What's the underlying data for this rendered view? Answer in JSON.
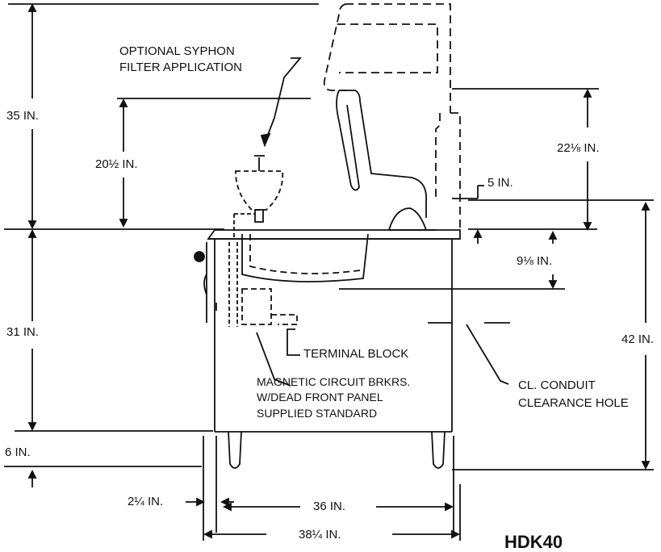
{
  "diagram": {
    "model": "HDK40",
    "callouts": {
      "syphon_line1": "OPTIONAL SYPHON",
      "syphon_line2": "FILTER APPLICATION",
      "terminal_block": "TERMINAL BLOCK",
      "breakers_line1": "MAGNETIC CIRCUIT BRKRS.",
      "breakers_line2": "W/DEAD FRONT PANEL",
      "breakers_line3": "SUPPLIED STANDARD",
      "conduit_line1": "CL. CONDUIT",
      "conduit_line2": "CLEARANCE HOLE"
    },
    "dimensions": {
      "overall_height_upper": "35 IN.",
      "syphon_height": "20½ IN.",
      "cabinet_height": "31 IN.",
      "leg_height": "6 IN.",
      "leg_offset": "2¼ IN.",
      "cabinet_width": "36 IN.",
      "overall_width": "38¼ IN.",
      "hood_height": "22⅛ IN.",
      "backsplash": "5 IN.",
      "well_depth": "9⅛ IN.",
      "conduit_height": "42 IN."
    }
  }
}
